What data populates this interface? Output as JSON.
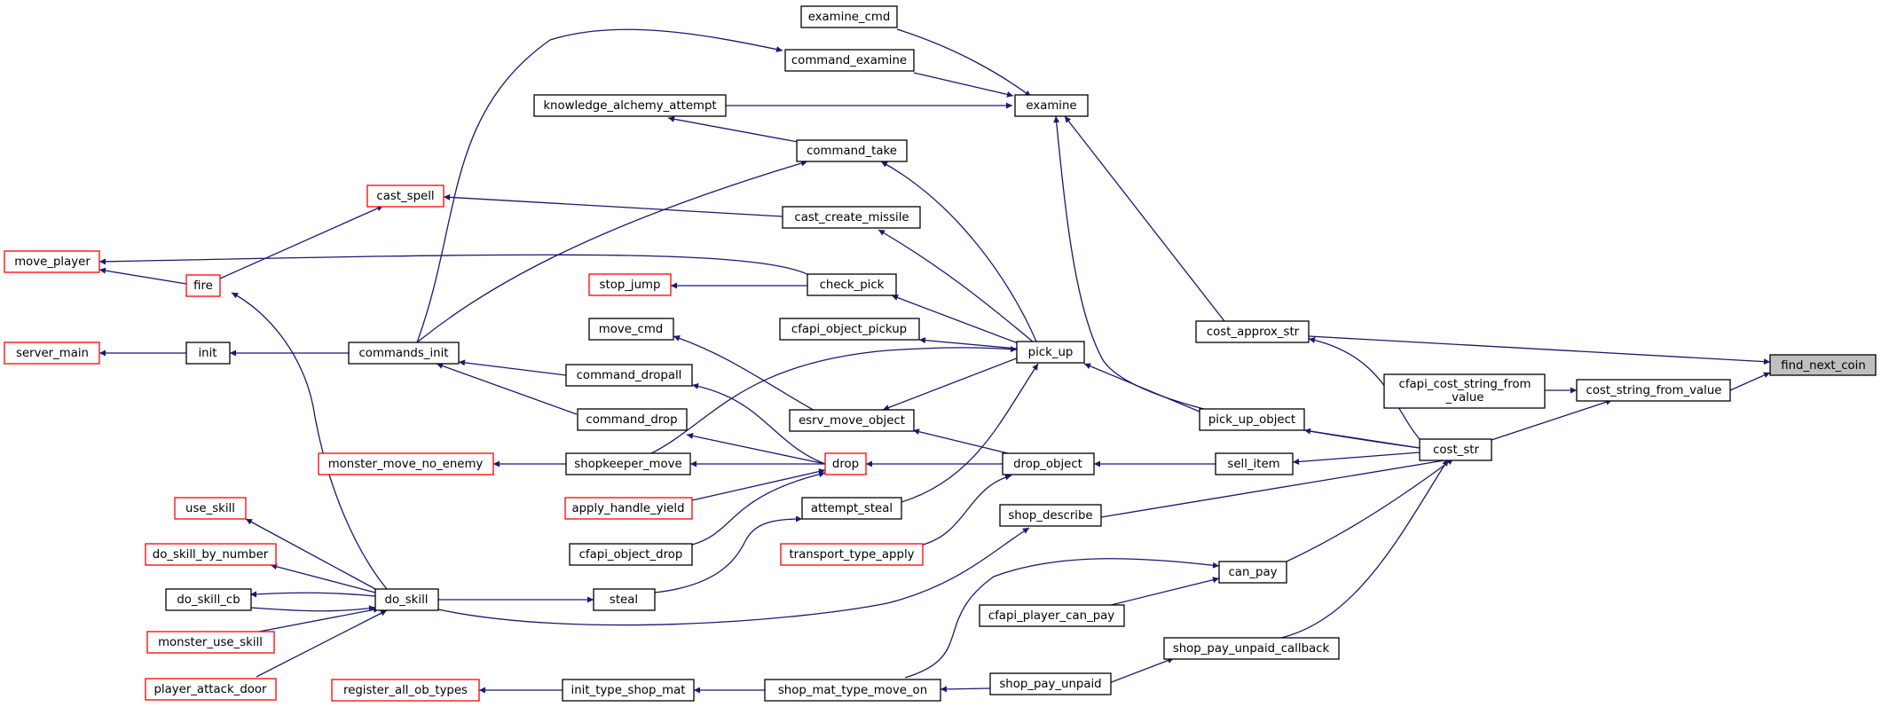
{
  "colors": {
    "edge": "#191970",
    "external_border": "#ff0000",
    "node_border": "#000000",
    "focus_fill": "#bfbfbf"
  },
  "nodes": {
    "find_next_coin": "find_next_coin",
    "cost_approx_str": "cost_approx_str",
    "cost_string_from_value": "cost_string_from_value",
    "cfapi_cost_string_from_value_1": "cfapi_cost_string_from",
    "cfapi_cost_string_from_value_2": "_value",
    "cost_str": "cost_str",
    "examine_cmd": "examine_cmd",
    "command_examine": "command_examine",
    "knowledge_alchemy_attempt": "knowledge_alchemy_attempt",
    "examine": "examine",
    "command_take": "command_take",
    "cast_spell": "cast_spell",
    "cast_create_missile": "cast_create_missile",
    "move_player": "move_player",
    "check_pick": "check_pick",
    "fire": "fire",
    "stop_jump": "stop_jump",
    "cfapi_object_pickup": "cfapi_object_pickup",
    "server_main": "server_main",
    "init": "init",
    "commands_init": "commands_init",
    "move_cmd": "move_cmd",
    "pick_up": "pick_up",
    "command_dropall": "command_dropall",
    "command_drop": "command_drop",
    "esrv_move_object": "esrv_move_object",
    "pick_up_object": "pick_up_object",
    "monster_move_no_enemy": "monster_move_no_enemy",
    "shopkeeper_move": "shopkeeper_move",
    "drop": "drop",
    "drop_object": "drop_object",
    "sell_item": "sell_item",
    "apply_handle_yield": "apply_handle_yield",
    "attempt_steal": "attempt_steal",
    "shop_describe": "shop_describe",
    "use_skill": "use_skill",
    "cfapi_object_drop": "cfapi_object_drop",
    "transport_type_apply": "transport_type_apply",
    "do_skill_by_number": "do_skill_by_number",
    "can_pay": "can_pay",
    "do_skill_cb": "do_skill_cb",
    "do_skill": "do_skill",
    "steal": "steal",
    "cfapi_player_can_pay": "cfapi_player_can_pay",
    "monster_use_skill": "monster_use_skill",
    "shop_pay_unpaid_callback": "shop_pay_unpaid_callback",
    "player_attack_door": "player_attack_door",
    "register_all_ob_types": "register_all_ob_types",
    "init_type_shop_mat": "init_type_shop_mat",
    "shop_mat_type_move_on": "shop_mat_type_move_on",
    "shop_pay_unpaid": "shop_pay_unpaid"
  }
}
